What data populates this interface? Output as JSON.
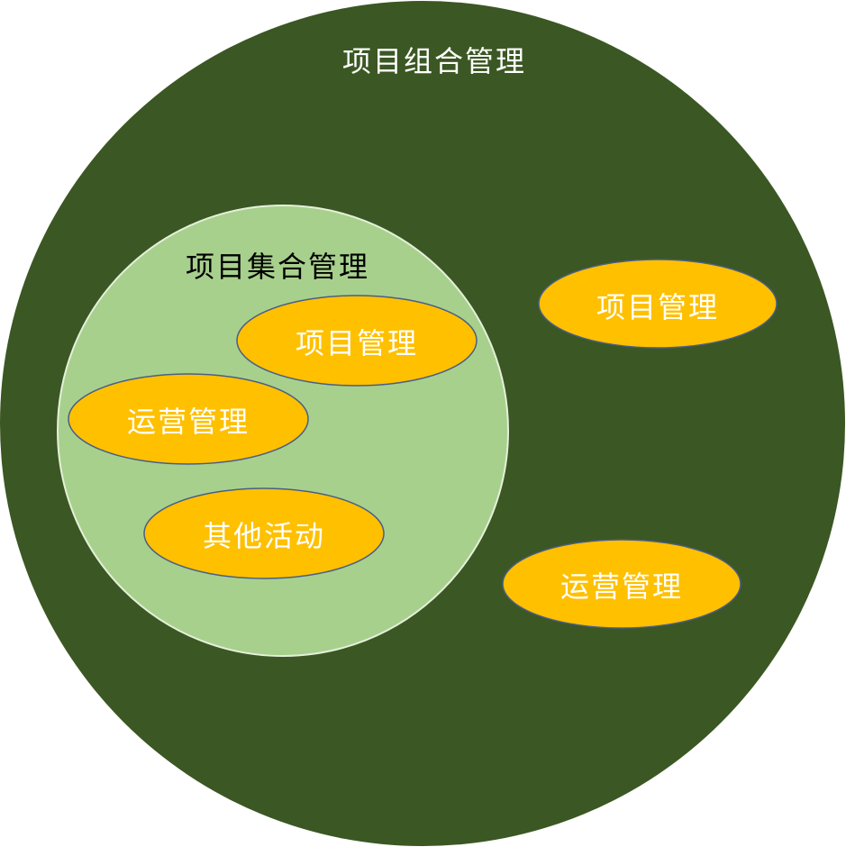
{
  "portfolio": {
    "title": "项目组合管理",
    "fill": "#3b5723",
    "text_color": "#ffffff"
  },
  "program": {
    "title": "项目集合管理",
    "fill": "#a8d08d",
    "stroke": "#e4f0da",
    "text_color": "#000000",
    "items": [
      {
        "label": "项目管理"
      },
      {
        "label": "运营管理"
      },
      {
        "label": "其他活动"
      }
    ]
  },
  "standalone": {
    "items": [
      {
        "label": "项目管理"
      },
      {
        "label": "运营管理"
      }
    ]
  },
  "ellipse_style": {
    "fill": "#ffc000",
    "stroke": "#4a5e86",
    "text_color": "#ffffff"
  }
}
